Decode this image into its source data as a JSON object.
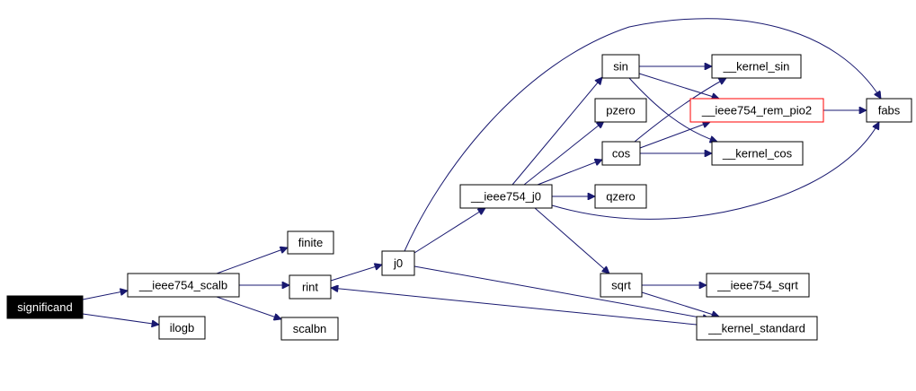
{
  "diagram": {
    "colors": {
      "edge": "#191970",
      "root_fill": "#000000",
      "root_text": "#ffffff",
      "highlight_border": "#ff0000",
      "box_border": "#000000"
    },
    "nodes": [
      {
        "id": "significand",
        "label": "significand",
        "style": "root"
      },
      {
        "id": "ieee754_scalb",
        "label": "__ieee754_scalb"
      },
      {
        "id": "ilogb",
        "label": "ilogb"
      },
      {
        "id": "finite",
        "label": "finite"
      },
      {
        "id": "rint",
        "label": "rint"
      },
      {
        "id": "scalbn",
        "label": "scalbn"
      },
      {
        "id": "j0",
        "label": "j0"
      },
      {
        "id": "ieee754_j0",
        "label": "__ieee754_j0"
      },
      {
        "id": "sin",
        "label": "sin"
      },
      {
        "id": "pzero",
        "label": "pzero"
      },
      {
        "id": "cos",
        "label": "cos"
      },
      {
        "id": "qzero",
        "label": "qzero"
      },
      {
        "id": "sqrt",
        "label": "sqrt"
      },
      {
        "id": "kernel_sin",
        "label": "__kernel_sin"
      },
      {
        "id": "ieee754_rem_pio2",
        "label": "__ieee754_rem_pio2",
        "style": "highlight"
      },
      {
        "id": "kernel_cos",
        "label": "__kernel_cos"
      },
      {
        "id": "ieee754_sqrt",
        "label": "__ieee754_sqrt"
      },
      {
        "id": "kernel_standard",
        "label": "__kernel_standard"
      },
      {
        "id": "fabs",
        "label": "fabs"
      }
    ],
    "edges": [
      {
        "from": "significand",
        "to": "ieee754_scalb"
      },
      {
        "from": "significand",
        "to": "ilogb"
      },
      {
        "from": "ieee754_scalb",
        "to": "finite"
      },
      {
        "from": "ieee754_scalb",
        "to": "rint"
      },
      {
        "from": "ieee754_scalb",
        "to": "scalbn"
      },
      {
        "from": "rint",
        "to": "j0"
      },
      {
        "from": "j0",
        "to": "ieee754_j0"
      },
      {
        "from": "j0",
        "to": "fabs"
      },
      {
        "from": "j0",
        "to": "kernel_standard"
      },
      {
        "from": "ieee754_j0",
        "to": "sin"
      },
      {
        "from": "ieee754_j0",
        "to": "pzero"
      },
      {
        "from": "ieee754_j0",
        "to": "cos"
      },
      {
        "from": "ieee754_j0",
        "to": "qzero"
      },
      {
        "from": "ieee754_j0",
        "to": "sqrt"
      },
      {
        "from": "ieee754_j0",
        "to": "fabs"
      },
      {
        "from": "sin",
        "to": "kernel_sin"
      },
      {
        "from": "sin",
        "to": "ieee754_rem_pio2"
      },
      {
        "from": "sin",
        "to": "kernel_cos"
      },
      {
        "from": "cos",
        "to": "kernel_sin"
      },
      {
        "from": "cos",
        "to": "ieee754_rem_pio2"
      },
      {
        "from": "cos",
        "to": "kernel_cos"
      },
      {
        "from": "ieee754_rem_pio2",
        "to": "fabs"
      },
      {
        "from": "sqrt",
        "to": "ieee754_sqrt"
      },
      {
        "from": "sqrt",
        "to": "kernel_standard"
      },
      {
        "from": "kernel_standard",
        "to": "rint"
      }
    ]
  }
}
